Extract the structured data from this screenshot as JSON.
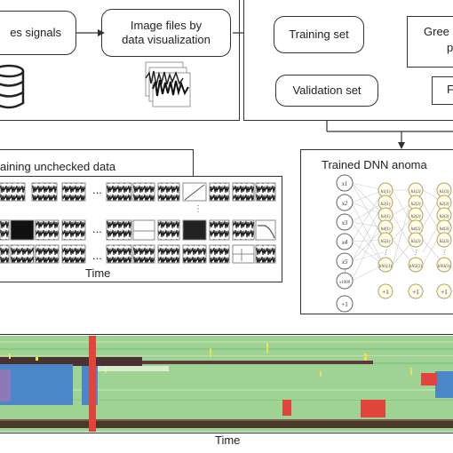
{
  "pipeline": {
    "signals_label": "es signals",
    "image_files_label_line1": "Image files by",
    "image_files_label_line2": "data visualization",
    "training_set_label": "Training set",
    "validation_set_label": "Validation set",
    "green_box_label_line1": "Gree",
    "green_box_label_line2": "p",
    "right_box_label": "F"
  },
  "unchecked": {
    "title": "aining unchecked data",
    "ellipsis": "...",
    "x_label": "Time"
  },
  "dnn": {
    "title": "Trained DNN anoma",
    "input_nodes": [
      "x1",
      "x2",
      "x3",
      "x4",
      "x5",
      "⋮",
      "x1000",
      "+1"
    ],
    "hidden1_nodes": [
      "h1(1)",
      "h2(1)",
      "h3(1)",
      "h4(1)",
      "h5(1)",
      "⋮",
      "hN1(1)",
      "+1"
    ],
    "hidden2_nodes": [
      "h1(2)",
      "h2(2)",
      "h3(2)",
      "h4(2)",
      "h5(2)",
      "⋮",
      "hN2(2)",
      "+1"
    ],
    "hidden3_nodes": [
      "h1(3)",
      "h2(3)",
      "h3(3)",
      "h4(3)",
      "h5(3)",
      "⋮",
      "hN3(3)",
      "+1"
    ]
  },
  "heatmap": {
    "x_label": "Time",
    "colors": {
      "green": "#a9d89a",
      "blue": "#4a86c8",
      "red": "#e0443a",
      "yellow": "#e8e05a",
      "dark": "#3a2a2a",
      "background": "#8fcf8a"
    }
  },
  "colors": {
    "node_input_stroke": "#666666",
    "node_hidden_stroke": "#b8a060",
    "node_fill": "#fffde8",
    "line": "#333333"
  }
}
